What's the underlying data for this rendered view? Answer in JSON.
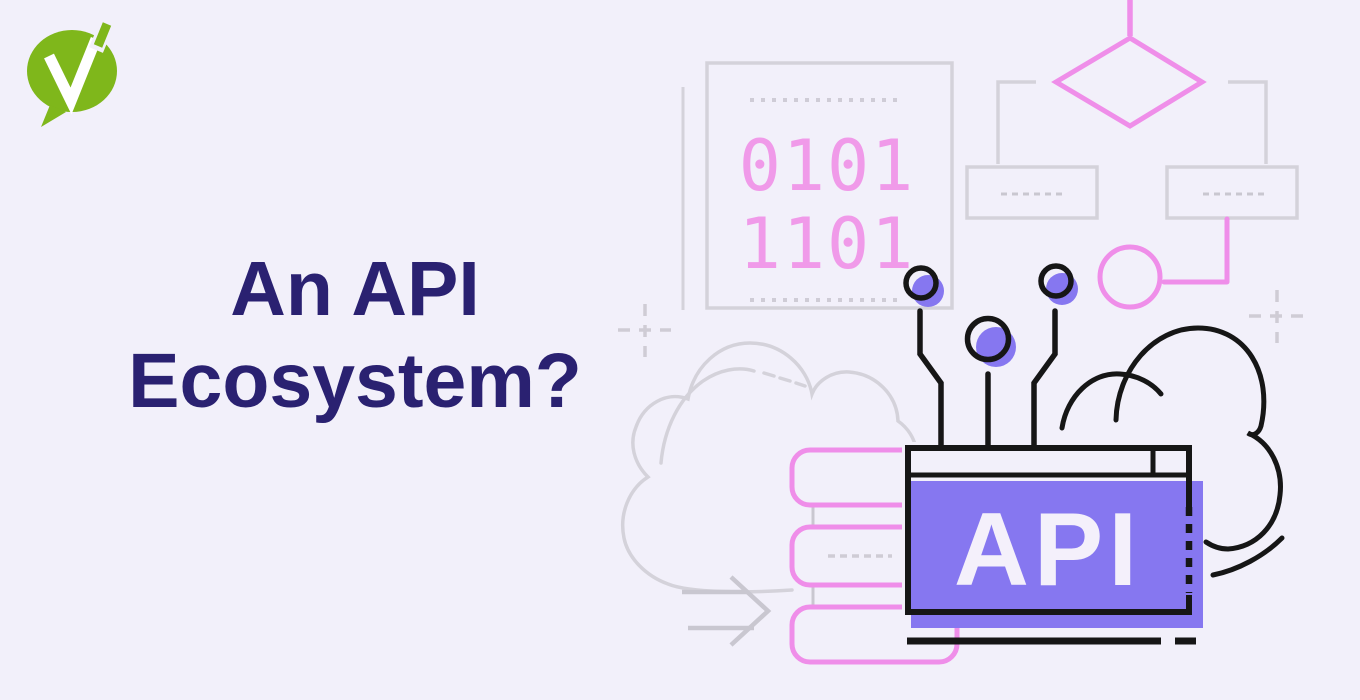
{
  "banner": {
    "background": "#f2f0fa"
  },
  "logo": {
    "name": "speech-bubble-check-logo",
    "bubble_color": "#7fb71b",
    "check_color": "#ffffff"
  },
  "headline": {
    "line1": "An API",
    "line2": "Ecosystem?",
    "color": "#2a2171"
  },
  "illustration": {
    "binary_box": {
      "line1": "0101",
      "line2": "1101",
      "digit_color": "#f09ae9"
    },
    "api_window": {
      "label": "API",
      "fill_color": "#8677f0",
      "label_color": "#f4f0fb"
    },
    "palette": {
      "pink": "#ef8ee9",
      "purple": "#8677f0",
      "gray": "#d4d2da",
      "black": "#161616"
    }
  }
}
